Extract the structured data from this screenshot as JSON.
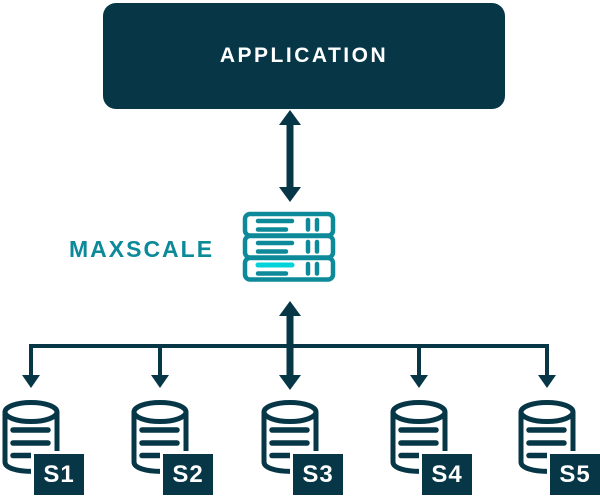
{
  "colors": {
    "dark": "#073747",
    "teal": "#0d8a99",
    "cyan": "#00d2da",
    "light": "#ffffff"
  },
  "application": {
    "label": "APPLICATION"
  },
  "maxscale": {
    "label": "MAXSCALE",
    "icon": "server-stack-icon"
  },
  "connectors": {
    "app_maxscale": "bidirectional-vertical-arrow",
    "maxscale_servers": "bidirectional-vertical-arrow",
    "fanout": "horizontal-branch-line-with-5-down-arrows"
  },
  "servers": {
    "icon": "database-cylinder-icon",
    "items": [
      {
        "label": "S1"
      },
      {
        "label": "S2"
      },
      {
        "label": "S3"
      },
      {
        "label": "S4"
      },
      {
        "label": "S5"
      }
    ]
  }
}
